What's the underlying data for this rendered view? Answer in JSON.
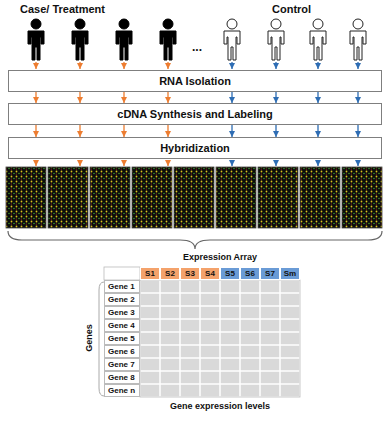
{
  "diagram": {
    "nodes": [
      {
        "text": [
          "RNA Isolation"
        ]
      },
      {
        "text": [
          "cDNA Synthesis and Labeling"
        ]
      },
      {
        "text": [
          "Hybridization"
        ]
      }
    ],
    "edges": [
      {
        "from": 0,
        "to": 1,
        "arrow": "to"
      },
      {
        "from": 0,
        "to": 1,
        "arrow": "to"
      },
      {
        "from": 0,
        "to": 1,
        "arrow": "to"
      },
      {
        "from": 0,
        "to": 1,
        "arrow": "to"
      },
      {
        "from": 0,
        "to": 1,
        "arrow": "to"
      },
      {
        "from": 0,
        "to": 1,
        "arrow": "to"
      },
      {
        "from": 0,
        "to": 1,
        "arrow": "to"
      },
      {
        "from": 0,
        "to": 1,
        "arrow": "to"
      },
      {
        "from": 1,
        "to": 2,
        "arrow": "to"
      },
      {
        "from": 1,
        "to": 2,
        "arrow": "to"
      },
      {
        "from": 1,
        "to": 2,
        "arrow": "to"
      },
      {
        "from": 1,
        "to": 2,
        "arrow": "to"
      },
      {
        "from": 1,
        "to": 2,
        "arrow": "to"
      },
      {
        "from": 1,
        "to": 2,
        "arrow": "to"
      },
      {
        "from": 1,
        "to": 2,
        "arrow": "to"
      },
      {
        "from": 1,
        "to": 2,
        "arrow": "to"
      }
    ],
    "labels": [
      "Case/ Treatment",
      "...",
      "Control",
      "Expression Array",
      "S1",
      "S2",
      "S3",
      "S4",
      "S5",
      "S6",
      "S7",
      "Sm",
      "Gene 1",
      "Gene 2",
      "Gene 3",
      "Gene 4",
      "Gene 5",
      "Gene 6",
      "Gene 7",
      "Gene 8",
      "Gene n",
      "Genes",
      "Gene expression levels"
    ]
  }
}
